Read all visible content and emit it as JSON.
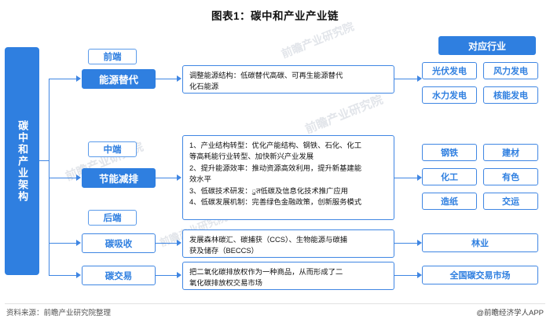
{
  "title": "图表1：碳中和产业产业链",
  "trunk": {
    "label": "碳中和产业架构"
  },
  "stages": [
    {
      "tag": "前端",
      "node": "能源替代"
    },
    {
      "tag": "中端",
      "node": "节能减排"
    },
    {
      "tag": "后端",
      "node": "碳吸收"
    },
    {
      "tag": "",
      "node": "碳交易"
    }
  ],
  "descriptions": {
    "energy": [
      "调整能源结构：低碳替代高碳、可再生能源替代",
      "化石能源"
    ],
    "saving": [
      "1、产业结构转型：优化产能结构、钢铁、石化、化工",
      "等高耗能行业转型、加快新兴产业发展",
      "2、提升能源效率：推动资源高效利用，提升新基建能",
      "效水平",
      "3、低碳技术研发：ुत低碳及信息化技术推广应用",
      "4、低碳发展机制：完善绿色金融政策，创新服务模式"
    ],
    "absorb": [
      "发展森林碳汇、碳捕获（CCS）、生物能源与碳捕",
      "获及储存（BECCS）"
    ],
    "trade": [
      "把二氧化碳排放权作为一种商品，从而形成了二",
      "氧化碳排放权交易市场"
    ]
  },
  "right_panel": {
    "header": "对应行业",
    "group_energy": [
      "光伏发电",
      "风力发电",
      "水力发电",
      "核能发电"
    ],
    "group_saving": [
      "钢铁",
      "建材",
      "化工",
      "有色",
      "造纸",
      "交运"
    ],
    "group_absorb": [
      "林业"
    ],
    "group_trade": [
      "全国碳交易市场"
    ]
  },
  "watermarks": [
    "前瞻产业研究院",
    "前瞻产业研究院",
    "前瞻产业研究院",
    "前瞻产业研究院"
  ],
  "footer": {
    "source": "资料来源：前瞻产业研究院整理",
    "brand": "@前瞻经济学人APP"
  }
}
